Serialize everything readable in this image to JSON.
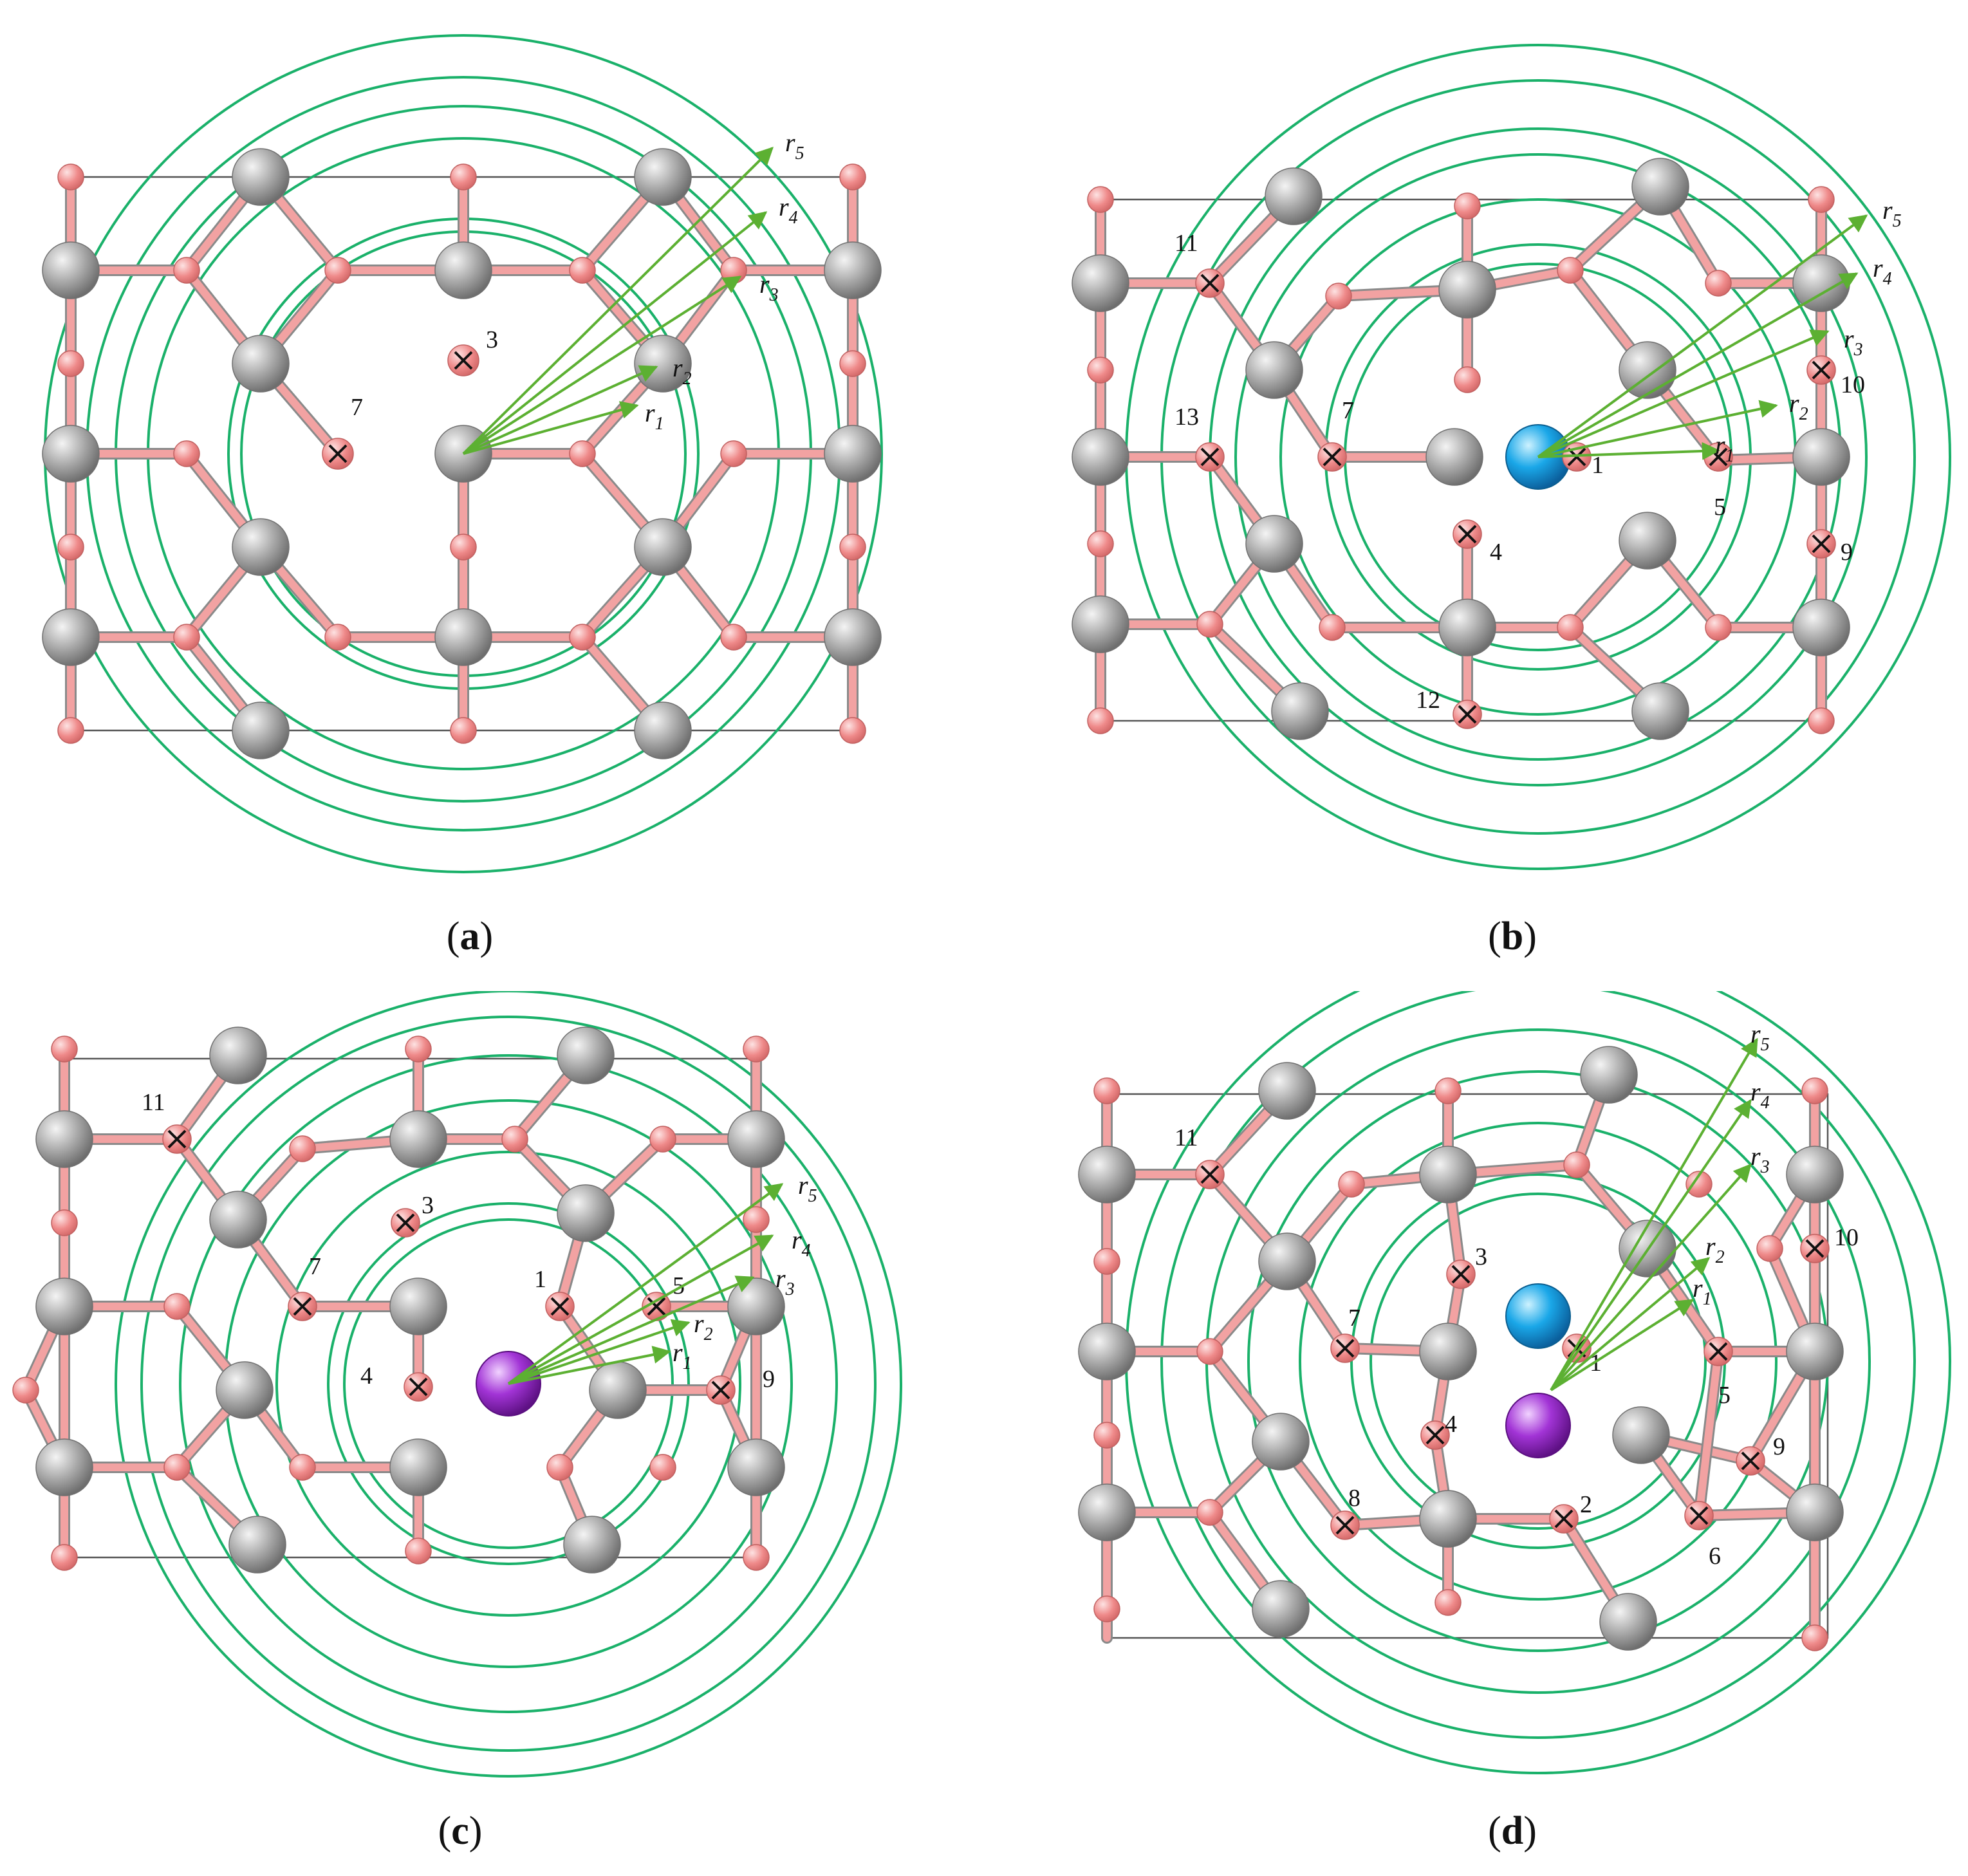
{
  "colors": {
    "ring": "#1ab16a",
    "arrow": "#5cb032",
    "cell": "#555555",
    "bond_gray": "#b9b9b9",
    "bond_pink": "#f2a2a2",
    "atom_gray": "#8c8c8c",
    "atom_oxygen": "#ef8a8a",
    "atom_blue": "#1aa7e8",
    "atom_purple": "#a234d6",
    "label": "#111111"
  },
  "panels": [
    {
      "id": "a",
      "caption_open": "(",
      "caption_letter": "a",
      "caption_close": ")",
      "site_labels": [
        "3",
        "7"
      ],
      "radius_labels": [
        {
          "main": "r",
          "sub": "1"
        },
        {
          "main": "r",
          "sub": "2"
        },
        {
          "main": "r",
          "sub": "3"
        },
        {
          "main": "r",
          "sub": "4"
        },
        {
          "main": "r",
          "sub": "5"
        }
      ]
    },
    {
      "id": "b",
      "caption_open": "(",
      "caption_letter": "b",
      "caption_close": ")",
      "site_labels": [
        "11",
        "13",
        "7",
        "1",
        "5",
        "4",
        "10",
        "9",
        "12"
      ],
      "radius_labels": [
        {
          "main": "r",
          "sub": "1"
        },
        {
          "main": "r",
          "sub": "2"
        },
        {
          "main": "r",
          "sub": "3"
        },
        {
          "main": "r",
          "sub": "4"
        },
        {
          "main": "r",
          "sub": "5"
        }
      ]
    },
    {
      "id": "c",
      "caption_open": "(",
      "caption_letter": "c",
      "caption_close": ")",
      "site_labels": [
        "11",
        "3",
        "7",
        "1",
        "5",
        "4",
        "9"
      ],
      "radius_labels": [
        {
          "main": "r",
          "sub": "1"
        },
        {
          "main": "r",
          "sub": "2"
        },
        {
          "main": "r",
          "sub": "3"
        },
        {
          "main": "r",
          "sub": "4"
        },
        {
          "main": "r",
          "sub": "5"
        }
      ]
    },
    {
      "id": "d",
      "caption_open": "(",
      "caption_letter": "d",
      "caption_close": ")",
      "site_labels": [
        "11",
        "3",
        "10",
        "7",
        "1",
        "5",
        "9",
        "4",
        "8",
        "2",
        "6"
      ],
      "radius_labels": [
        {
          "main": "r",
          "sub": "1"
        },
        {
          "main": "r",
          "sub": "2"
        },
        {
          "main": "r",
          "sub": "3"
        },
        {
          "main": "r",
          "sub": "4"
        },
        {
          "main": "r",
          "sub": "5"
        }
      ]
    }
  ]
}
